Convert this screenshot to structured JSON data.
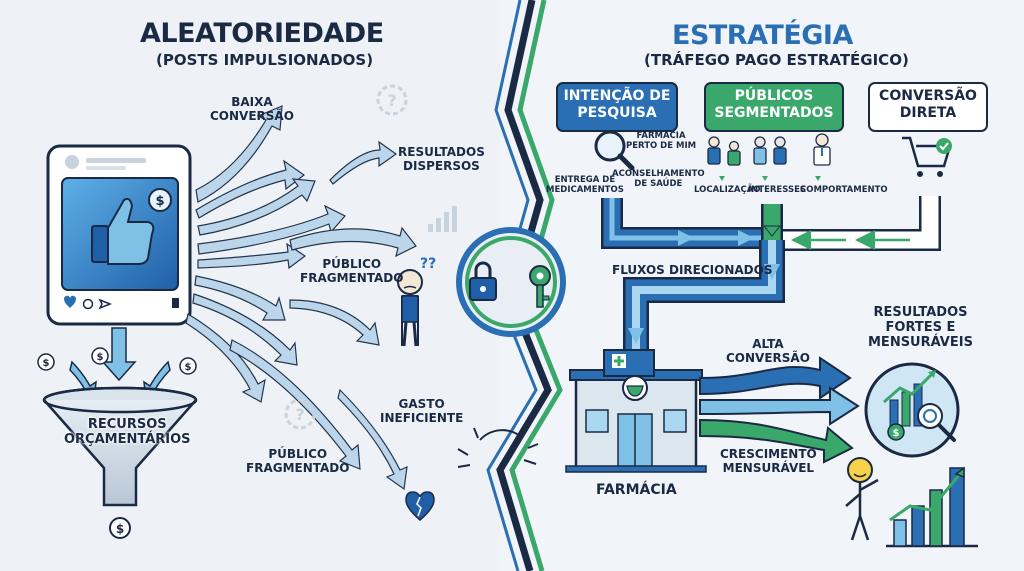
{
  "left": {
    "title": "ALEATORIEDADE",
    "subtitle": "(POSTS IMPULSIONADOS)",
    "labels": {
      "baixa_conversao": "BAIXA\nCONVERSÃO",
      "resultados_dispersos": "RESULTADOS\nDISPERSOS",
      "publico_fragmentado_1": "PÚBLICO\nFRAGMENTADO",
      "gasto_ineficiente": "GASTO\nINEFICIENTE",
      "publico_fragmentado_2": "PÚBLICO\nFRAGMENTADO",
      "recursos_orcamentarios": "RECURSOS\nORÇAMENTÁRIOS"
    }
  },
  "right": {
    "title": "ESTRATÉGIA",
    "subtitle": "(TRÁFEGO PAGO ESTRATÉGICO)",
    "tags": {
      "intencao": "INTENÇÃO DE\nPESQUISA",
      "publicos": "PÚBLICOS\nSEGMENTADOS",
      "conversao": "CONVERSÃO\nDIRETA"
    },
    "labels": {
      "farmacia_perto": "FARMÁCIA\nPERTO DE MIM",
      "entrega": "ENTREGA DE\nMEDICAMENTOS",
      "aconselhamento": "ACONSELHAMENTO\nDE SAÚDE",
      "localizacao": "LOCALIZAÇÃO",
      "interesses": "INTERESSES",
      "comportamento": "COMPORTAMENTO",
      "fluxos": "FLUXOS DIRECIONADOS",
      "alta_conversao": "ALTA\nCONVERSÃO",
      "crescimento": "CRESCIMENTO\nMENSURÁVEL",
      "farmacia": "FARMÁCIA",
      "resultados_fortes": "RESULTADOS\nFORTES E\nMENSURÁVEIS"
    }
  },
  "colors": {
    "navy": "#1b2a44",
    "blue": "#2a6fb4",
    "light_blue": "#7fc0e6",
    "green": "#3aa86b",
    "pale_blue": "#a9cbe6"
  }
}
